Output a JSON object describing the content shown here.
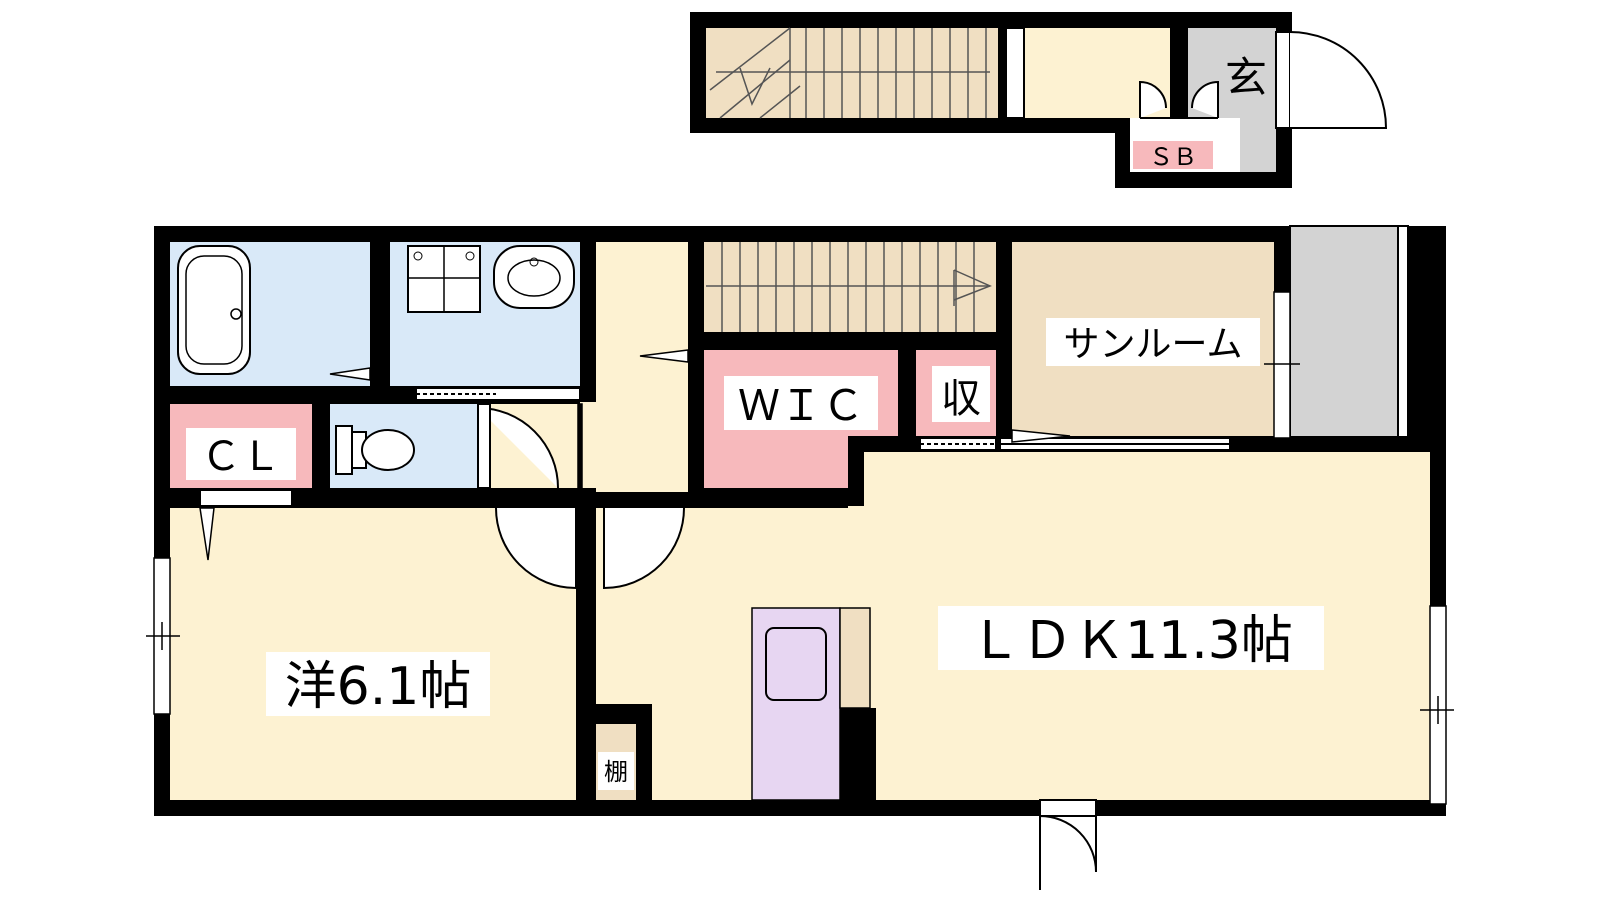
{
  "rooms": {
    "entrance": "玄",
    "shoe_box": "ＳＢ",
    "closet": "ＣＬ",
    "walk_in_closet": "ＷＩＣ",
    "storage": "収",
    "sunroom": "サンルーム",
    "western_room": "洋6.1帖",
    "ldk": "ＬＤＫ11.3帖",
    "shelf": "棚"
  },
  "colors": {
    "wall": "#000000",
    "room_floor": "#fdf2d2",
    "wet_area": "#d9e9f8",
    "storage": "#f7b9bc",
    "stair": "#f0dfc2",
    "entrance_floor": "#d3d3d3",
    "kitchen_counter": "#e7d6f2",
    "sunroom_floor": "#f0dfc2"
  }
}
